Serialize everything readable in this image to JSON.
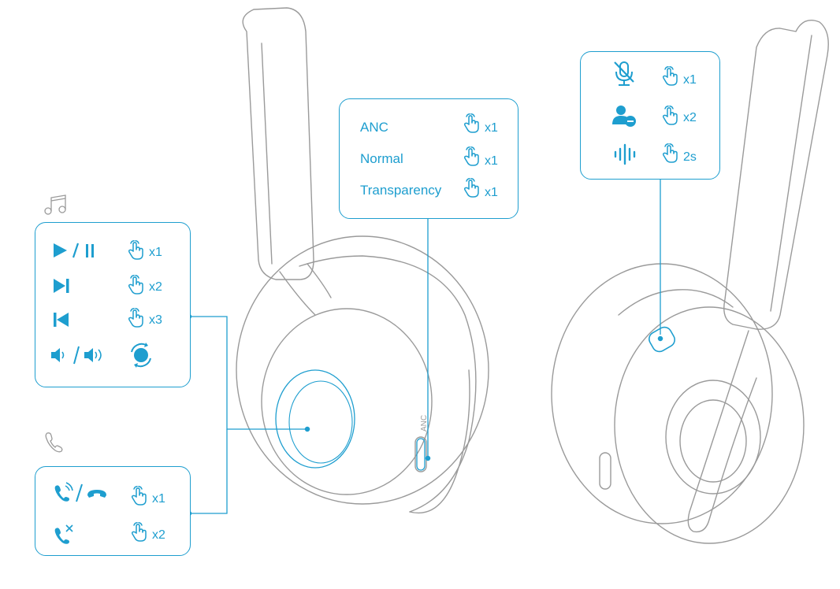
{
  "colors": {
    "accent": "#1e9ecf",
    "outline": "#9a9a9a"
  },
  "icons": {
    "music": "music-note-icon",
    "phone": "phone-icon",
    "gesture": "tap-hand-icon"
  },
  "labels": {
    "anc_port": "ANC"
  },
  "anc_panel": {
    "rows": [
      {
        "label": "ANC",
        "count": "x1"
      },
      {
        "label": "Normal",
        "count": "x1"
      },
      {
        "label": "Transparency",
        "count": "x1"
      }
    ]
  },
  "media_panel": {
    "rows": [
      {
        "icon": "play-pause-icon",
        "count": "x1"
      },
      {
        "icon": "next-track-icon",
        "count": "x2"
      },
      {
        "icon": "previous-track-icon",
        "count": "x3"
      },
      {
        "icon": "volume-rotate-icon",
        "count": ""
      }
    ]
  },
  "call_panel": {
    "rows": [
      {
        "icon": "answer-end-call-icon",
        "count": "x1"
      },
      {
        "icon": "reject-call-icon",
        "count": "x2"
      }
    ]
  },
  "mic_panel": {
    "rows": [
      {
        "icon": "mic-mute-icon",
        "count": "x1"
      },
      {
        "icon": "remove-user-icon",
        "count": "x2"
      },
      {
        "icon": "voice-assistant-icon",
        "count": "2s"
      }
    ]
  }
}
